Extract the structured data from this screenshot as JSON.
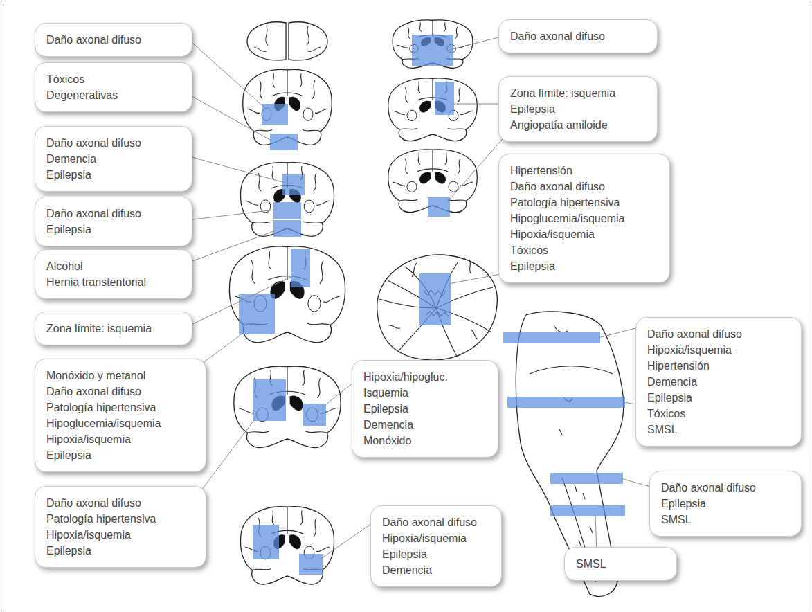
{
  "diagram": {
    "nodes": [
      {
        "text": [
          "Daño axonal difuso"
        ]
      },
      {
        "text": [
          "Tóxicos",
          "Degenerativas"
        ]
      },
      {
        "text": [
          "Daño axonal difuso",
          "Demencia",
          "Epilepsia"
        ]
      },
      {
        "text": [
          "Daño axonal difuso",
          "Epilepsia"
        ]
      },
      {
        "text": [
          "Alcohol",
          "Hernia transtentorial"
        ]
      },
      {
        "text": [
          "Zona límite: isquemia"
        ]
      },
      {
        "text": [
          "Monóxido y metanol",
          "Daño axonal difuso",
          "Patología hipertensiva",
          "Hipoglucemia/isquemia",
          "Hipoxia/isquemia",
          "Epilepsia"
        ]
      },
      {
        "text": [
          "Daño axonal difuso",
          "Patología hipertensiva",
          "Hipoxia/isquemia",
          "Epilepsia"
        ]
      },
      {
        "text": [
          "Hipoxia/hipogluc.",
          "Isquemia",
          "Epilepsia",
          "Demencia",
          "Monóxido"
        ]
      },
      {
        "text": [
          "Daño axonal difuso",
          "Hipoxia/isquemia",
          "Epilepsia",
          "Demencia"
        ]
      },
      {
        "text": [
          "Daño axonal difuso"
        ]
      },
      {
        "text": [
          "Zona límite: isquemia",
          "Epilepsia",
          "Angiopatía amiloide"
        ]
      },
      {
        "text": [
          "Hipertensión",
          "Daño axonal difuso",
          "Patología hipertensiva",
          "Hipoglucemia/isquemia",
          "Hipoxia/isquemia",
          "Tóxicos",
          "Epilepsia"
        ]
      },
      {
        "text": [
          "Daño axonal difuso",
          "Hipoxia/isquemia",
          "Hipertensión",
          "Demencia",
          "Epilepsia",
          "Tóxicos",
          "SMSL"
        ]
      },
      {
        "text": [
          "Daño axonal difuso",
          "Epilepsia",
          "SMSL"
        ]
      },
      {
        "text": [
          "SMSL"
        ]
      }
    ]
  }
}
